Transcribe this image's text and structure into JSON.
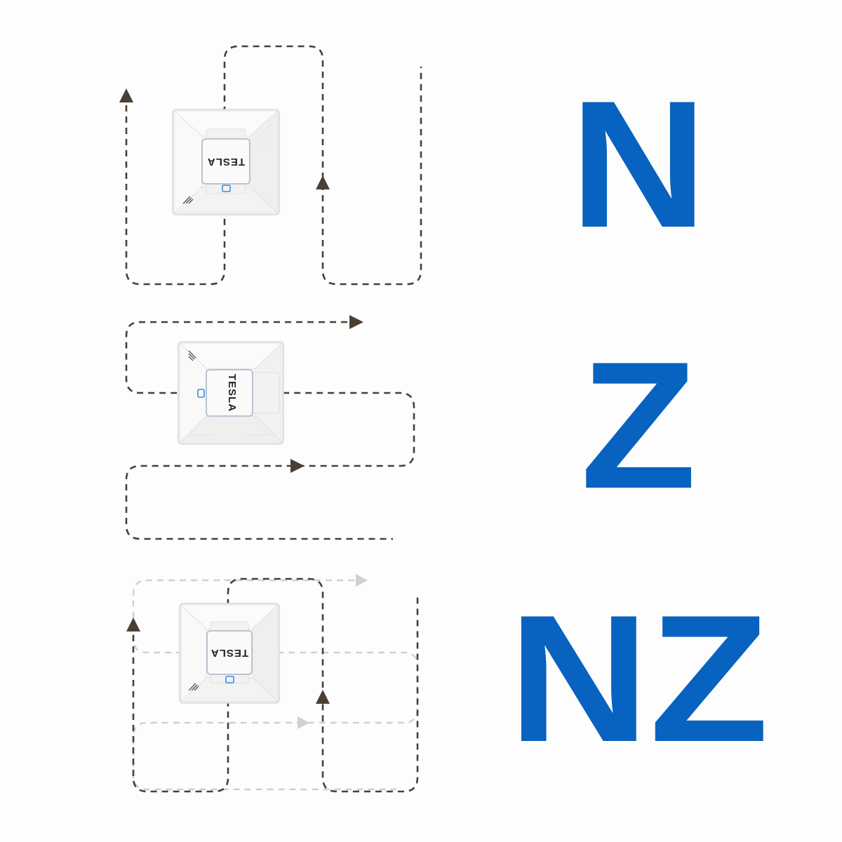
{
  "modes": [
    {
      "id": "n",
      "label": "N"
    },
    {
      "id": "z",
      "label": "Z"
    },
    {
      "id": "nz",
      "label": "NZ"
    }
  ],
  "device": {
    "brand": "TESLA"
  },
  "colors": {
    "label": "#0862bf",
    "path_primary": "#4a4032",
    "path_secondary": "#cfcfcf",
    "device_body": "#f7f7f7",
    "device_edge": "#d9d9d9",
    "indicator": "#3c8be0"
  },
  "icons": [
    "arrow-up-icon",
    "arrow-right-icon",
    "wifi-icon",
    "cleaning-pad-icon"
  ]
}
